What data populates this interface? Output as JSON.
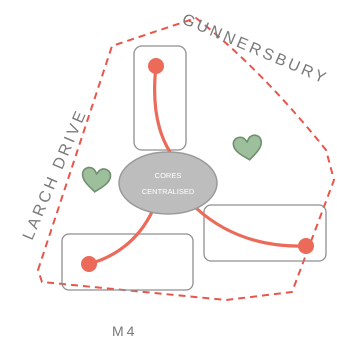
{
  "roads": {
    "north_east": "GUNNERSBURY",
    "west": "LARCH DRIVE",
    "south": "M4"
  },
  "core": {
    "line1": "CORES",
    "line2": "CENTRALISED"
  },
  "colors": {
    "boundary": "#e8554a",
    "connector": "#ec6a59",
    "core_fill": "#bdbdbd",
    "core_stroke": "#9a9a9a",
    "wing_stroke": "#8f8f8f",
    "heart_fill": "#9dbf9b",
    "heart_stroke": "#6f8f6f"
  },
  "icons": [
    "heart-icon",
    "heart-icon"
  ]
}
